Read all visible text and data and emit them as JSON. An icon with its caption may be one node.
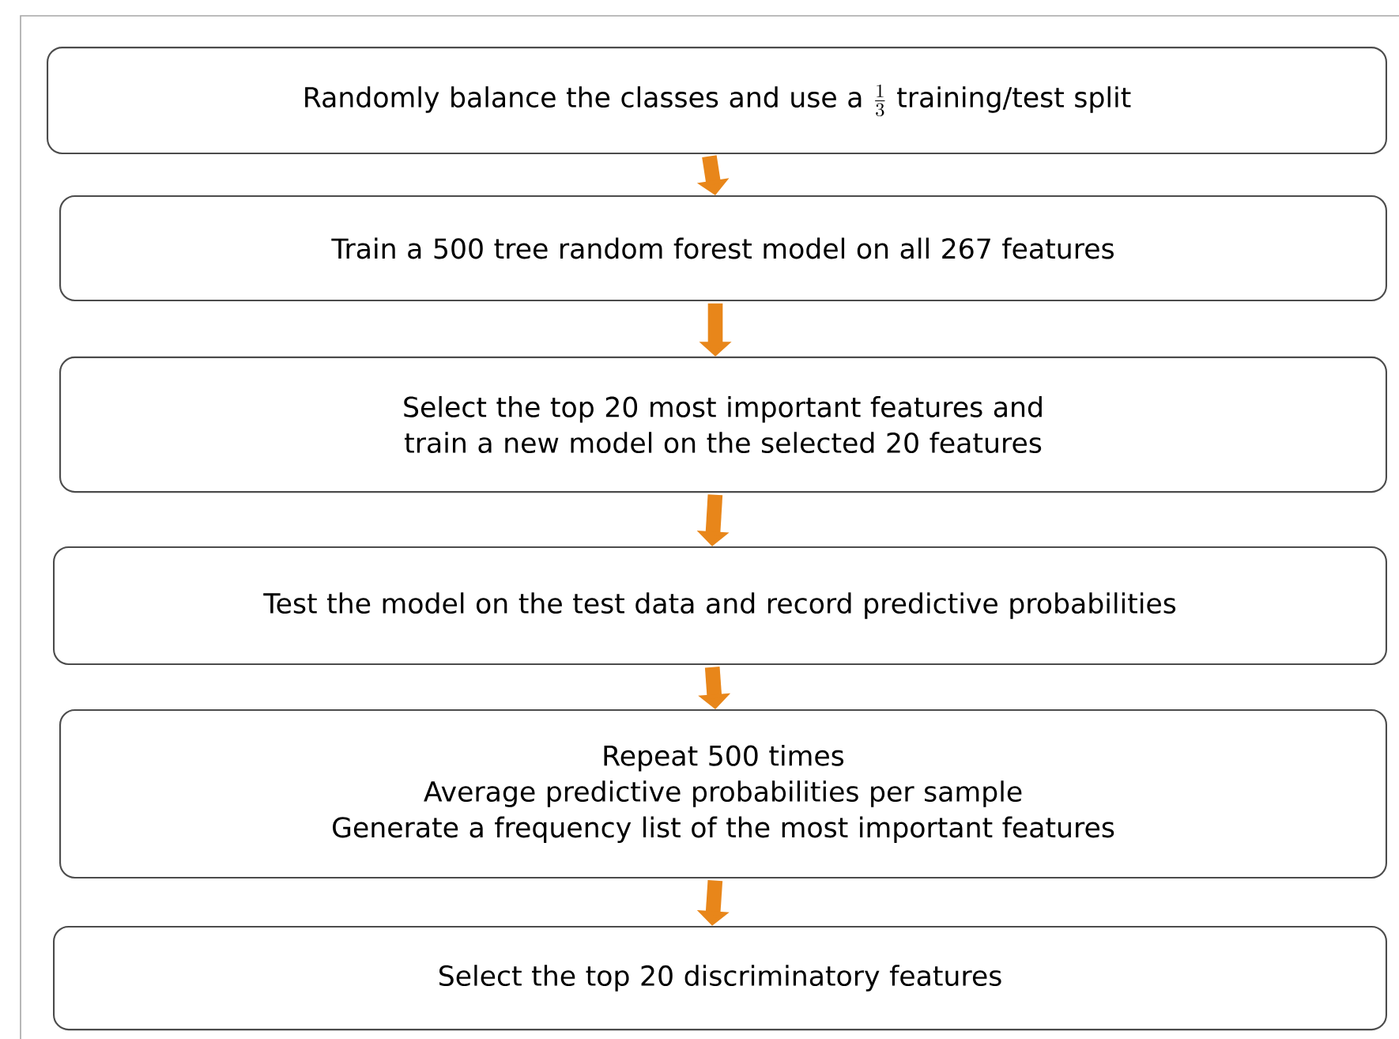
{
  "diagram": {
    "nodes": [
      {
        "text": [
          "Randomly balance the classes and use a",
          "\\frac{1}{3}",
          "training/test split"
        ]
      },
      {
        "text": [
          "Train a 500 tree random forest model on all 267 features"
        ]
      },
      {
        "text": [
          "Select the top 20 most important features and train a new model on the selected 20 features"
        ]
      },
      {
        "text": [
          "Test the model on the test data and record predictive probabilities"
        ]
      },
      {
        "text": [
          "Repeat 500 times",
          "Average predictive probabilities per sample",
          "Generate a frequency list of the most important features"
        ]
      },
      {
        "text": [
          "Select the top 20 discriminatory features"
        ]
      }
    ],
    "edges": [
      {
        "from": 0,
        "to": 1,
        "arrow": "to",
        "color": "#e8861a"
      },
      {
        "from": 1,
        "to": 2,
        "arrow": "to",
        "color": "#e8861a"
      },
      {
        "from": 2,
        "to": 3,
        "arrow": "to",
        "color": "#e8861a"
      },
      {
        "from": 3,
        "to": 4,
        "arrow": "to",
        "color": "#e8861a"
      },
      {
        "from": 4,
        "to": 5,
        "arrow": "to",
        "color": "#e8861a"
      }
    ]
  }
}
